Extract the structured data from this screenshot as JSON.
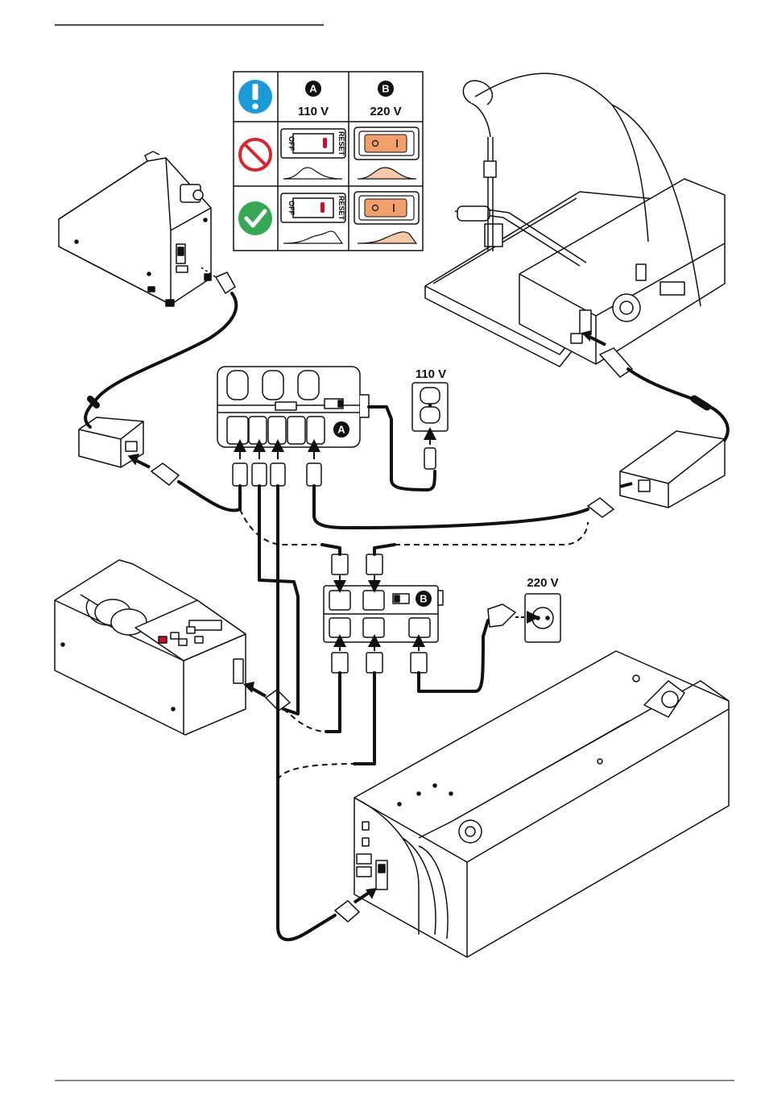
{
  "colors": {
    "ink": "#111111",
    "info_blue": "#1a9ad6",
    "forbidden_red": "#d9262c",
    "ok_green": "#34a853",
    "switch_orange": "#f0a06a",
    "switch_red": "#c8102e"
  },
  "voltage_table": {
    "header_icon": "info-icon",
    "col_a": {
      "badge": "A",
      "voltage": "110 V"
    },
    "col_b": {
      "badge": "B",
      "voltage": "220 V"
    },
    "row_wrong_icon": "prohibited-icon",
    "row_right_icon": "checkmark-icon",
    "switch_off_label": "OFF",
    "switch_reset_label": "RESET"
  },
  "outlet_110": {
    "voltage": "110 V"
  },
  "outlet_220": {
    "voltage": "220 V"
  },
  "power_strip_a": {
    "badge": "A"
  },
  "power_strip_b": {
    "badge": "B"
  }
}
